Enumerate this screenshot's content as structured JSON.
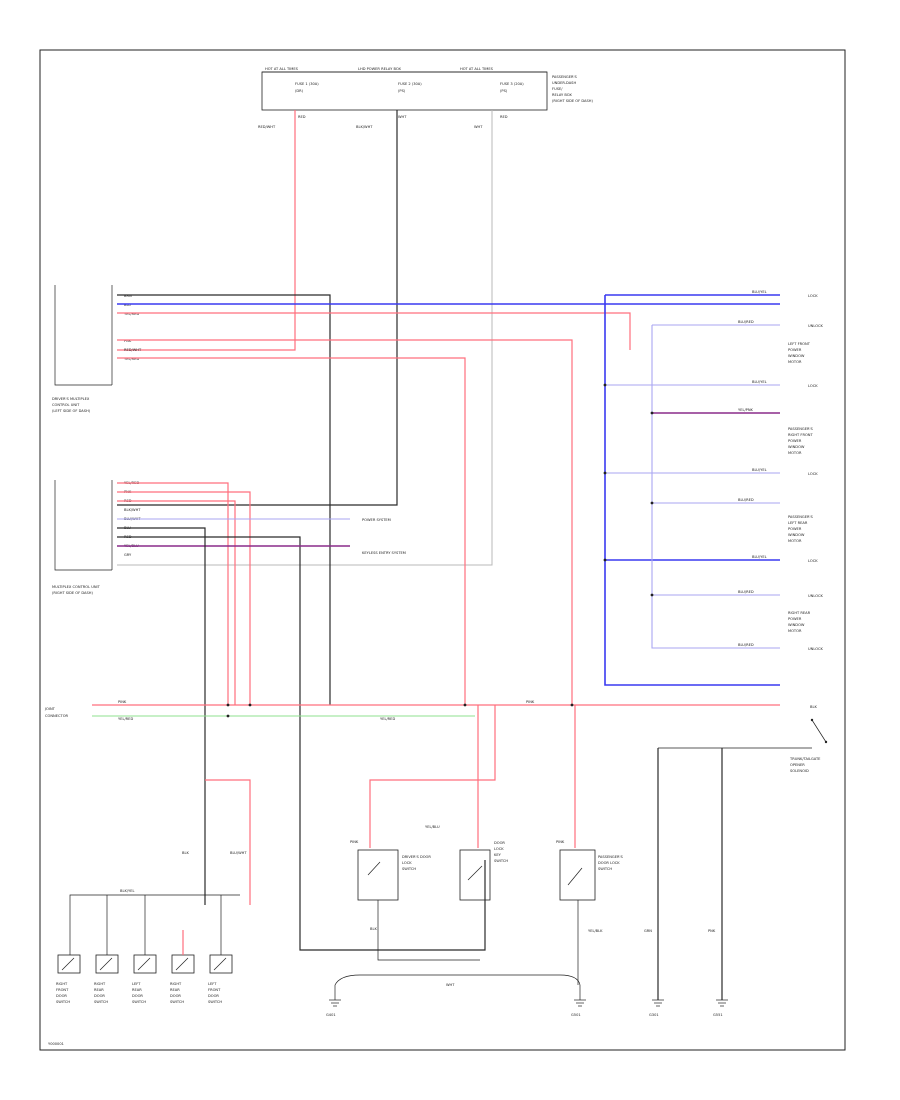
{
  "title": "",
  "colors": {
    "red": "#ff6f7d",
    "black": "#2b2b2b",
    "blue": "#3a3af0",
    "light_blue": "#a9a6f2",
    "purple": "#8a2b8a",
    "green": "#8fe08f",
    "gray": "#b8b8b8"
  },
  "top_box": {
    "header_left": "HOT AT ALL TIMES",
    "header_mid": "LHD POWER RELAY BOX",
    "header_right": "HOT AT ALL TIMES",
    "fuses": [
      {
        "name": "FUSE 1 (30A)",
        "sub": "(DR)",
        "wire": "RED/WHT",
        "wire2": "RED"
      },
      {
        "name": "FUSE 2 (30A)",
        "sub": "(PS)",
        "wire": "BLK/WHT",
        "wire2": "WHT"
      },
      {
        "name": "FUSE 3 (20A)",
        "sub": "(PS)",
        "wire": "WHT",
        "wire2": "RED"
      }
    ],
    "side_label": [
      "PASSENGER'S",
      "UNDER-DASH",
      "FUSE/",
      "RELAY BOX",
      "(RIGHT SIDE OF DASH)"
    ]
  },
  "left_module": {
    "caption": [
      "DRIVER'S MULTIPLEX",
      "CONTROL UNIT",
      "(LEFT SIDE OF DASH)"
    ],
    "pins": [
      "BRN",
      "BLU",
      "YEL/RED",
      "",
      "PNK",
      "RED/WHT",
      "YEL/RED",
      ""
    ]
  },
  "mid_module": {
    "caption": [
      "MULTIPLEX CONTROL UNIT",
      "(RIGHT SIDE OF DASH)"
    ],
    "pins": [
      "YEL/RED",
      "PNK",
      "RED",
      "BLK/WHT",
      "BLU/WHT",
      "BLU",
      "RED",
      "YEL/BLU",
      "GRY"
    ]
  },
  "mid_targets": [
    "POWER SYSTEM",
    "KEYLESS ENTRY SYSTEM"
  ],
  "connector_label": [
    "JOINT",
    "CONNECTOR"
  ],
  "bus_labels": {
    "red": "PINK",
    "green": "YEL/RED",
    "red2": "PINK"
  },
  "right_motors": [
    {
      "label": [
        "LOCK"
      ],
      "wire": "BLU/YEL"
    },
    {
      "label": [
        "UNLOCK",
        "LEFT FRONT",
        "POWER",
        "WINDOW",
        "MOTOR"
      ],
      "wire": "BLU/RED"
    },
    {
      "label": [
        "LOCK"
      ],
      "wire": "BLU/YEL"
    },
    {
      "label": [
        "PASSENGER'S",
        "RIGHT FRONT",
        "POWER",
        "WINDOW",
        "MOTOR"
      ],
      "wire": "YEL/PNK"
    },
    {
      "label": [
        "LOCK"
      ],
      "wire": "BLU/YEL"
    },
    {
      "label": [
        "PASSENGER'S",
        "LEFT REAR",
        "POWER",
        "WINDOW",
        "MOTOR"
      ],
      "wire": "BLU/RED"
    },
    {
      "label": [
        "LOCK"
      ],
      "wire": "BLU/YEL"
    },
    {
      "label": [
        "UNLOCK",
        "RIGHT REAR",
        "POWER",
        "WINDOW",
        "MOTOR"
      ],
      "wire": "BLU/RED"
    },
    {
      "label": [
        "UNLOCK"
      ],
      "wire": "BLU/RED"
    }
  ],
  "right_relay": {
    "label": [
      "TRUNK/TAILGATE",
      "OPENER",
      "SOLENOID"
    ],
    "wire": "BLK"
  },
  "mid_switches": [
    {
      "label": [
        "DRIVER'S DOOR",
        "LOCK",
        "SWITCH"
      ],
      "wire_in": "PINK"
    },
    {
      "label": [
        "DOOR",
        "LOCK",
        "KEY",
        "SWITCH"
      ],
      "wire_in": "YEL/BLU"
    },
    {
      "label": [
        "PASSENGER'S",
        "DOOR LOCK",
        "SWITCH"
      ],
      "wire_in": "PINK"
    }
  ],
  "bottom_switches": [
    {
      "label": [
        "RIGHT",
        "FRONT",
        "DOOR",
        "SWITCH"
      ]
    },
    {
      "label": [
        "RIGHT",
        "REAR",
        "DOOR",
        "SWITCH"
      ]
    },
    {
      "label": [
        "LEFT",
        "REAR",
        "DOOR",
        "SWITCH"
      ]
    },
    {
      "label": [
        "RIGHT",
        "REAR",
        "DOOR",
        "SWITCH"
      ]
    },
    {
      "label": [
        "LEFT",
        "FRONT",
        "DOOR",
        "SWITCH"
      ]
    }
  ],
  "grounds": [
    {
      "label": [
        "G401"
      ]
    },
    {
      "label": [
        "G501"
      ]
    },
    {
      "label": [
        "G301"
      ]
    },
    {
      "label": [
        "G551"
      ]
    }
  ],
  "wire_tags": [
    "BLK",
    "BLU/WHT",
    "BLK/YEL",
    "BLK",
    "WHT",
    "GRN",
    "PNK",
    "YEL/BLK"
  ],
  "footer": "Y000001"
}
